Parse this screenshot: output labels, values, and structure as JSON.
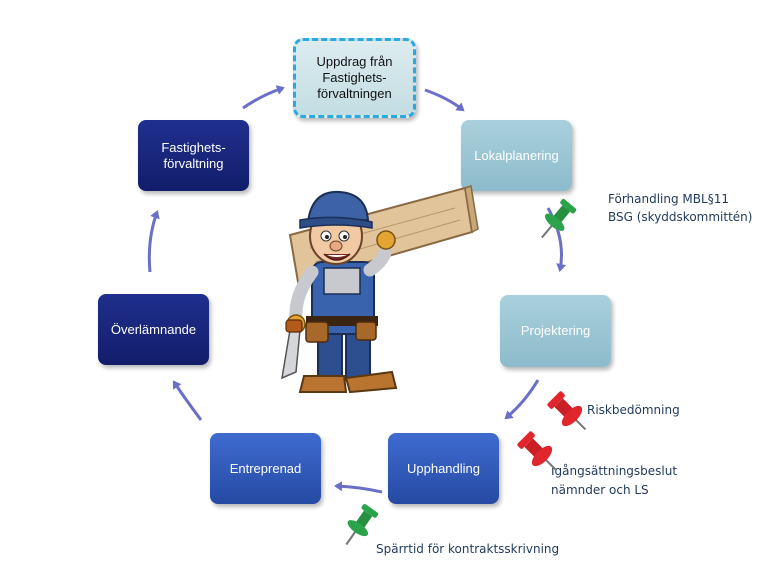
{
  "nodes": {
    "uppdrag": "Uppdrag från\nFastighets-\nförvaltningen",
    "lokalplanering": "Lokalplanering",
    "projektering": "Projektering",
    "upphandling": "Upphandling",
    "entreprenad": "Entreprenad",
    "overlamnande": "Överlämnande",
    "fastighetsforvaltning": "Fastighets-\nförvaltning"
  },
  "notes": {
    "forhandling": "Förhandling MBL§11",
    "bsg": "BSG (skyddskommittén)",
    "riskbedomning": "Riskbedömning",
    "igangsattning": "Igångsättningsbeslut",
    "namnder": "nämnder och LS",
    "sparrtid": "Spärrtid för kontraktsskrivning"
  },
  "icons": {
    "green_pin": "green-pushpin",
    "red_pin": "red-pushpin",
    "worker": "carpenter-with-plank"
  },
  "colors": {
    "arrow": "#6a6fc8",
    "dark_box": "#1a2680",
    "mid_box": "#3360c0",
    "light_box": "#9ac7d6",
    "start_border": "#29a9e0",
    "green_pin": "#2aa34a",
    "red_pin": "#e0262c"
  }
}
